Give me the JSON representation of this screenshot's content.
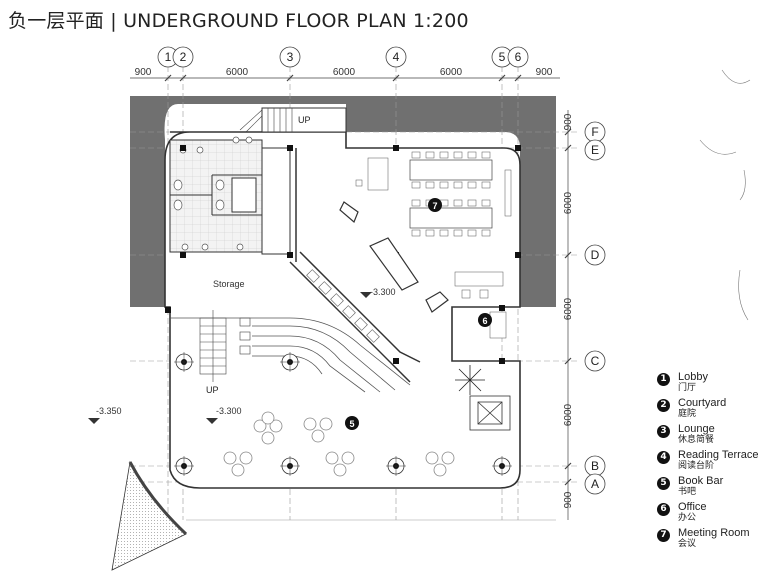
{
  "title": "负一层平面 | UNDERGROUND FLOOR PLAN  1:200",
  "grid_top": [
    "1",
    "2",
    "3",
    "4",
    "5",
    "6"
  ],
  "grid_right": [
    "F",
    "E",
    "D",
    "C",
    "B",
    "A"
  ],
  "dims_top": [
    "900",
    "6000",
    "6000",
    "6000",
    "900"
  ],
  "dims_right": [
    "900",
    "6000",
    "6000",
    "6000",
    "900"
  ],
  "labels": {
    "up_top": "UP",
    "up_bottom": "UP",
    "storage": "Storage",
    "level_1": "-3.300",
    "level_2": "-3.300",
    "level_3": "-3.350"
  },
  "markers": {
    "m5": "5",
    "m6": "6",
    "m7": "7"
  },
  "legend": [
    {
      "num": "1",
      "en": "Lobby",
      "zh": "门厅"
    },
    {
      "num": "2",
      "en": "Courtyard",
      "zh": "庭院"
    },
    {
      "num": "3",
      "en": "Lounge",
      "zh": "休息简餐"
    },
    {
      "num": "4",
      "en": "Reading Terrace",
      "zh": "阅读台阶"
    },
    {
      "num": "5",
      "en": "Book Bar",
      "zh": "书吧"
    },
    {
      "num": "6",
      "en": "Office",
      "zh": "办公"
    },
    {
      "num": "7",
      "en": "Meeting Room",
      "zh": "会议"
    }
  ]
}
